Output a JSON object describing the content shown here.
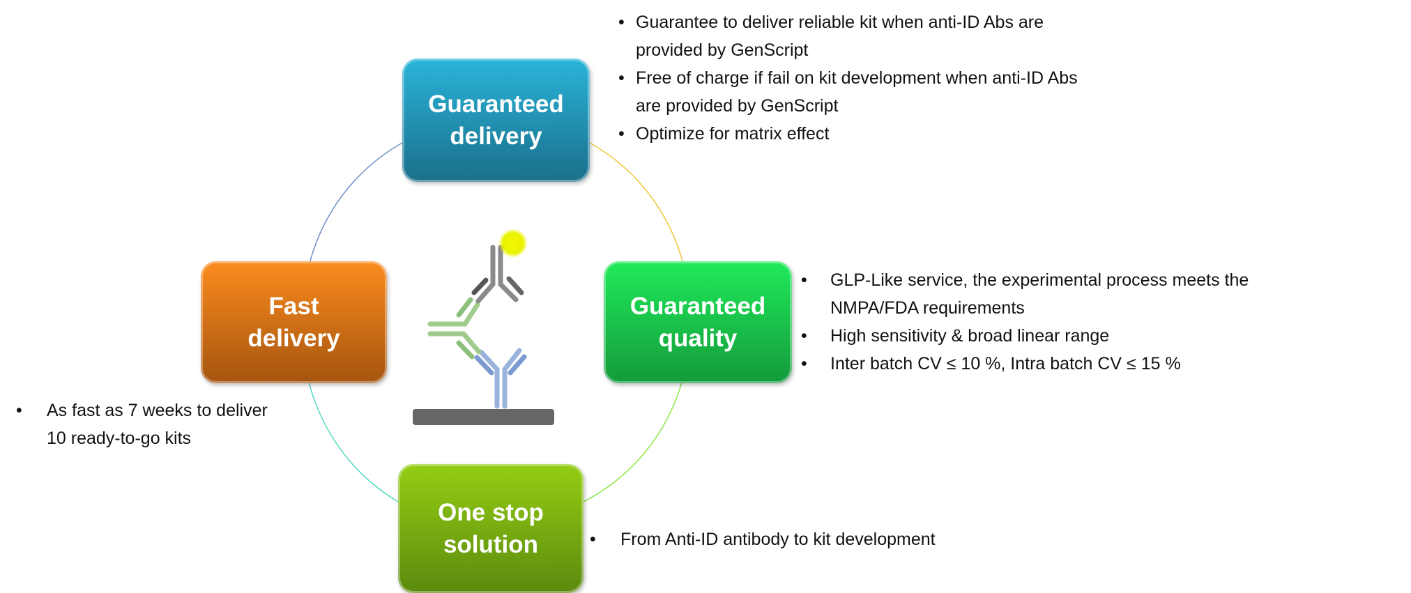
{
  "nodes": {
    "guaranteed_delivery": {
      "line1": "Guaranteed",
      "line2": "delivery",
      "color": "#2ab4da"
    },
    "fast_delivery": {
      "line1": "Fast",
      "line2": "delivery",
      "color": "#fb8c1e"
    },
    "guaranteed_quality": {
      "line1": "Guaranteed",
      "line2": "quality",
      "color": "#20ea5a"
    },
    "one_stop": {
      "line1": "One stop",
      "line2": "solution",
      "color": "#94ce14"
    }
  },
  "bullet_char": "•",
  "delivery_points": [
    {
      "l1": "Guarantee to deliver reliable kit when anti-ID Abs are",
      "l2": "provided by GenScript"
    },
    {
      "l1": "Free of charge if fail on kit development when anti-ID Abs",
      "l2": "are provided by GenScript"
    },
    {
      "l1": "Optimize for matrix effect"
    }
  ],
  "quality_points": [
    {
      "l1": "GLP-Like service, the experimental process meets the",
      "l2": "NMPA/FDA requirements"
    },
    {
      "l1": "High sensitivity & broad linear range"
    },
    {
      "l1": "Inter batch CV ≤ 10 %, Intra batch CV ≤ 15 %"
    }
  ],
  "fast_points": [
    {
      "l1": "As fast as 7 weeks to deliver",
      "l2": "10 ready-to-go kits"
    }
  ],
  "onestop_points": [
    {
      "l1": "From Anti-ID antibody to kit development"
    }
  ]
}
